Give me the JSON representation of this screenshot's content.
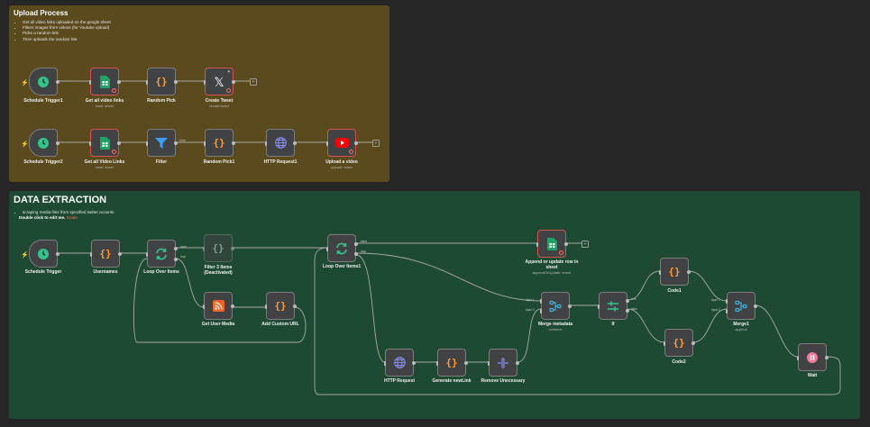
{
  "colors": {
    "upload_sticky": "#5a4a1d",
    "extraction_sticky": "#1e4a33",
    "canvas": "#262626",
    "error": "#ff6d5a"
  },
  "upload": {
    "title": "Upload Process",
    "bullets": [
      "Get all video links uploaded on the google sheet",
      "Filters images from videos (for Youtube upload)",
      "Picks a random link",
      "Then uploads the random link"
    ]
  },
  "extraction": {
    "title": "DATA EXTRACTION",
    "bullet": "scraping media files from specified twitter acounts",
    "note": "Double click to edit me.",
    "guide": "Guide"
  },
  "nodes": {
    "schedule_trigger1": {
      "label": "Schedule Trigger1",
      "icon": "clock-icon"
    },
    "get_all_video_links": {
      "label": "Get all video links",
      "sub": "read: sheet",
      "icon": "google-sheets-icon"
    },
    "random_pick": {
      "label": "Random Pick",
      "icon": "code-braces-icon"
    },
    "create_tweet": {
      "label": "Create Tweet",
      "sub": "create:tweet",
      "icon": "x-logo-icon"
    },
    "schedule_trigger2": {
      "label": "Schedule Trigger2",
      "icon": "clock-icon"
    },
    "get_all_video_links2": {
      "label": "Get all Video Links",
      "sub": "read: sheet",
      "icon": "google-sheets-icon"
    },
    "filter": {
      "label": "Filter",
      "icon": "filter-icon",
      "output": "Kept"
    },
    "random_pick1": {
      "label": "Random Pick1",
      "icon": "code-braces-icon"
    },
    "http_request1": {
      "label": "HTTP Request1",
      "icon": "globe-icon"
    },
    "upload_video": {
      "label": "Upload a video",
      "sub": "upload: video",
      "icon": "youtube-icon"
    },
    "schedule_trigger": {
      "label": "Schedule Trigger",
      "icon": "clock-icon"
    },
    "usernames": {
      "label": "Usernames",
      "icon": "code-braces-icon"
    },
    "loop_over_items": {
      "label": "Loop Over Items",
      "icon": "loop-icon",
      "out_done": "done",
      "out_loop": "loop"
    },
    "filter_3_items": {
      "label": "Filter 3 Items",
      "label2": "(Deactivated)",
      "icon": "code-braces-icon"
    },
    "get_user_media": {
      "label": "Get User Media",
      "icon": "rss-icon"
    },
    "add_custom_url": {
      "label": "Add Custom URL",
      "icon": "code-braces-icon"
    },
    "loop_over_items1": {
      "label": "Loop Over Items1",
      "icon": "loop-icon",
      "out_done": "done",
      "out_loop": "loop"
    },
    "append_update_row": {
      "label": "Append or update row in",
      "label2": "sheet",
      "sub": "appendOrUpdate: sheet",
      "icon": "google-sheets-icon"
    },
    "http_request": {
      "label": "HTTP Request",
      "icon": "globe-icon"
    },
    "generate_newlink": {
      "label": "Generate newLink",
      "icon": "code-braces-icon"
    },
    "remove_unecessary": {
      "label": "Remove Unecessary",
      "icon": "remove-fields-icon"
    },
    "merge_metadata": {
      "label": "Merge metadata",
      "sub": "combine",
      "icon": "merge-icon",
      "in1": "Input 1",
      "in2": "Input 2"
    },
    "if": {
      "label": "If",
      "icon": "if-icon",
      "out_true": "true",
      "out_false": "false"
    },
    "code1": {
      "label": "Code1",
      "icon": "code-braces-icon"
    },
    "code2": {
      "label": "Code2",
      "icon": "code-braces-icon"
    },
    "merge1": {
      "label": "Merge1",
      "sub": "append",
      "icon": "merge-icon",
      "in1": "Input 1",
      "in2": "Input 2"
    },
    "wait": {
      "label": "Wait",
      "icon": "pause-icon"
    }
  }
}
